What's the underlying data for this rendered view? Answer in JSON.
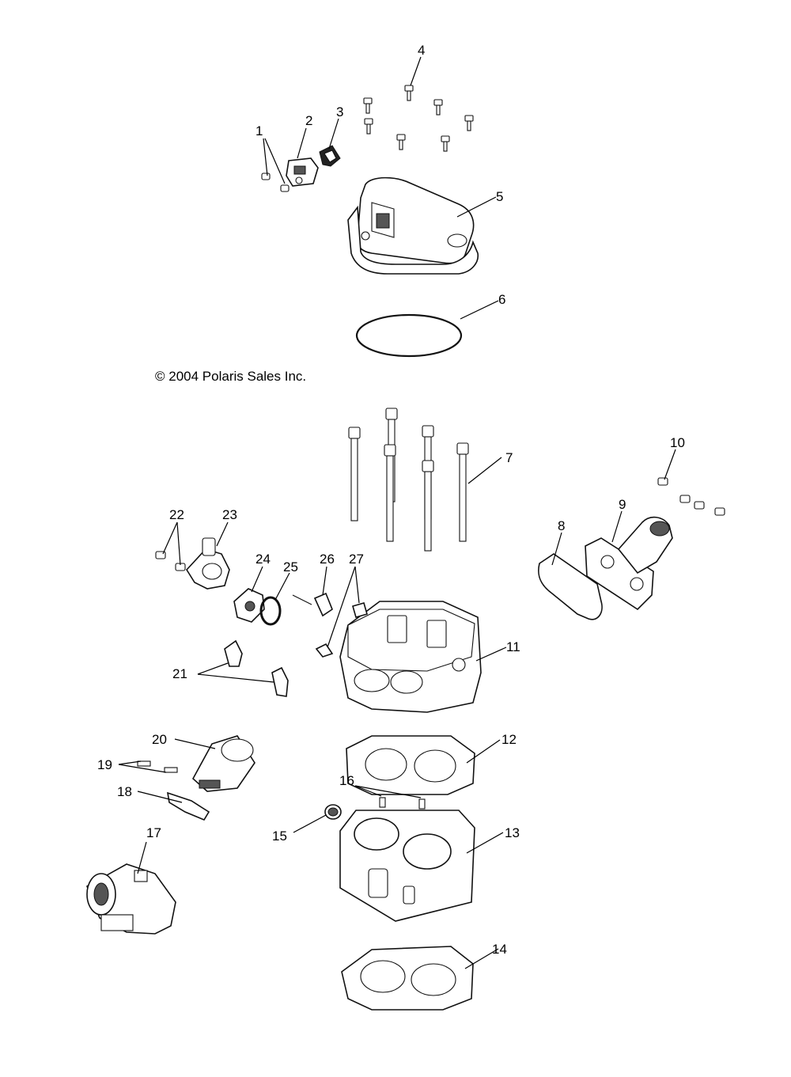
{
  "copyright": "© 2004 Polaris Sales Inc.",
  "callouts": [
    "1",
    "2",
    "3",
    "4",
    "5",
    "6",
    "7",
    "8",
    "9",
    "10",
    "11",
    "12",
    "13",
    "14",
    "15",
    "16",
    "17",
    "18",
    "19",
    "20",
    "21",
    "22",
    "23",
    "24",
    "25",
    "26",
    "27"
  ]
}
